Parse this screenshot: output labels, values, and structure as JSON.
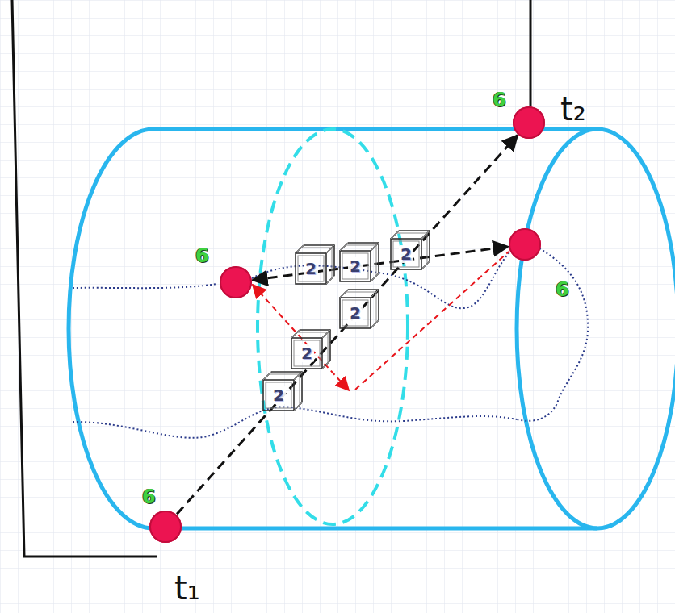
{
  "diagram": {
    "nodes": [
      {
        "text": [
          "6"
        ]
      },
      {
        "text": [
          "6"
        ]
      },
      {
        "text": [
          "6"
        ]
      },
      {
        "text": [
          "6"
        ]
      },
      {
        "text": [
          "2"
        ]
      },
      {
        "text": [
          "2"
        ]
      },
      {
        "text": [
          "2"
        ]
      },
      {
        "text": [
          "2"
        ]
      },
      {
        "text": [
          "2"
        ]
      },
      {
        "text": [
          "2"
        ]
      }
    ],
    "edges": [
      {
        "from": 3,
        "to": 0,
        "arrow": "to"
      },
      {
        "from": 1,
        "to": 2,
        "arrow": "both"
      }
    ],
    "labels": [
      "t₁",
      "t₂"
    ]
  }
}
